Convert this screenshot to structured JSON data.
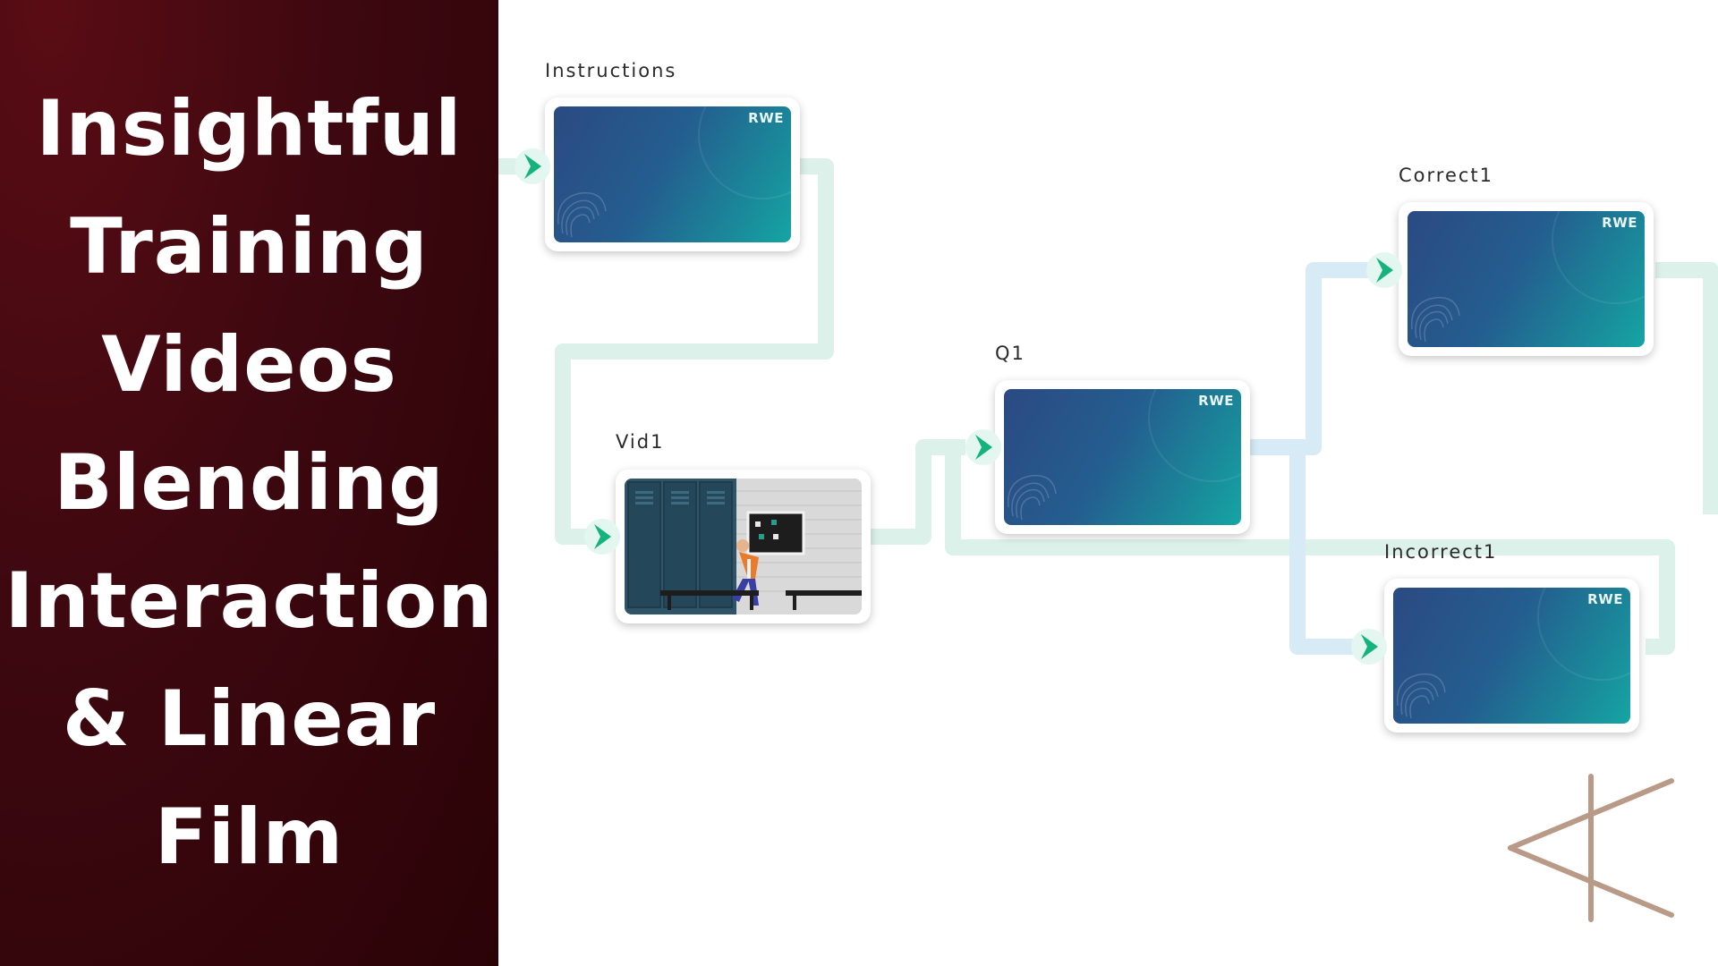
{
  "headline": {
    "lines": [
      "Insightful",
      "Training",
      "Videos",
      "Blending",
      "Interaction",
      "& Linear",
      "Film"
    ],
    "background_color": "#3e0810",
    "text_color": "#ffffff"
  },
  "flow": {
    "nodes": [
      {
        "label": "Instructions",
        "brand": "RWE",
        "thumbnail": "title-card"
      },
      {
        "label": "Vid1",
        "thumbnail": "locker-room-scene"
      },
      {
        "label": "Q1",
        "brand": "RWE",
        "thumbnail": "title-card"
      },
      {
        "label": "Correct1",
        "brand": "RWE",
        "thumbnail": "title-card"
      },
      {
        "label": "Incorrect1",
        "brand": "RWE",
        "thumbnail": "title-card"
      }
    ],
    "connector_colors": {
      "green": "#dbf1e9",
      "blue": "#d6ebf6"
    },
    "port_icon": "play-chevron-icon",
    "accent_color": "#14b37d"
  },
  "watermark": {
    "icon": "k-logo-icon",
    "color": "#b89a86"
  }
}
